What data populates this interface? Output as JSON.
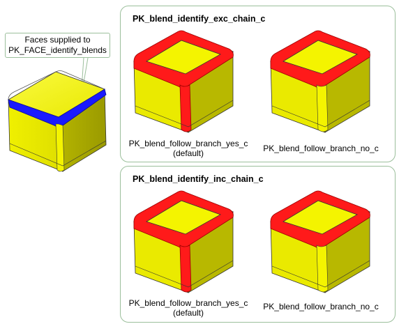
{
  "callout": {
    "line1": "Faces supplied to",
    "line2": "PK_FACE_identify_blends"
  },
  "panels": [
    {
      "title": "PK_blend_identify_exc_chain_c",
      "captions": [
        {
          "line1": "PK_blend_follow_branch_yes_c",
          "line2": "(default)"
        },
        {
          "line1": "PK_blend_follow_branch_no_c",
          "line2": ""
        }
      ]
    },
    {
      "title": "PK_blend_identify_inc_chain_c",
      "captions": [
        {
          "line1": "PK_blend_follow_branch_yes_c",
          "line2": "(default)"
        },
        {
          "line1": "PK_blend_follow_branch_no_c",
          "line2": ""
        }
      ]
    }
  ],
  "colors": {
    "face_yellow": "#f2f200",
    "face_side": "#c8c800",
    "highlight_blue": "#1a1aff",
    "highlight_red": "#ff1a1a",
    "panel_border": "#9bbf9b"
  }
}
